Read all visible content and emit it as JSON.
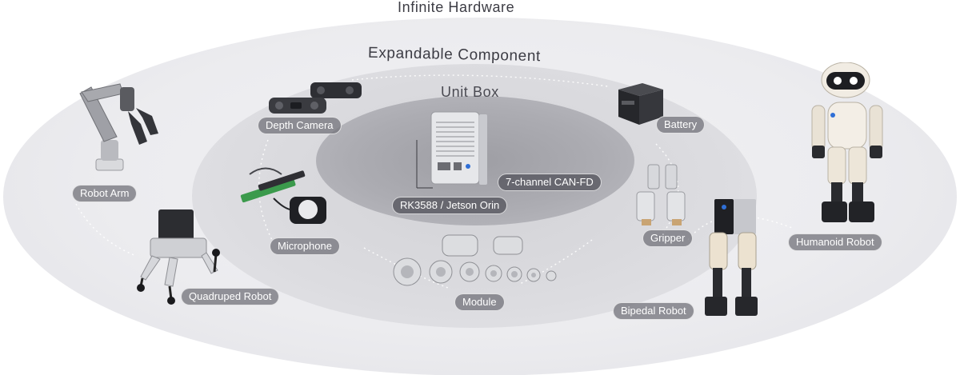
{
  "rings": {
    "outer": "Infinite Hardware",
    "middle": "Expandable  Component",
    "inner": "Unit Box"
  },
  "labels": {
    "rk": "RK3588 / Jetson Orin",
    "can": "7-channel CAN-FD",
    "depth_camera": "Depth Camera",
    "battery": "Battery",
    "microphone": "Microphone",
    "gripper": "Gripper",
    "module": "Module",
    "robot_arm": "Robot Arm",
    "quadruped": "Quadruped Robot",
    "bipedal": "Bipedal Robot",
    "humanoid": "Humanoid Robot"
  },
  "colors": {
    "accent": "#2f6fd6",
    "metal": "#c7c8cc",
    "dark": "#2a2b2f"
  }
}
